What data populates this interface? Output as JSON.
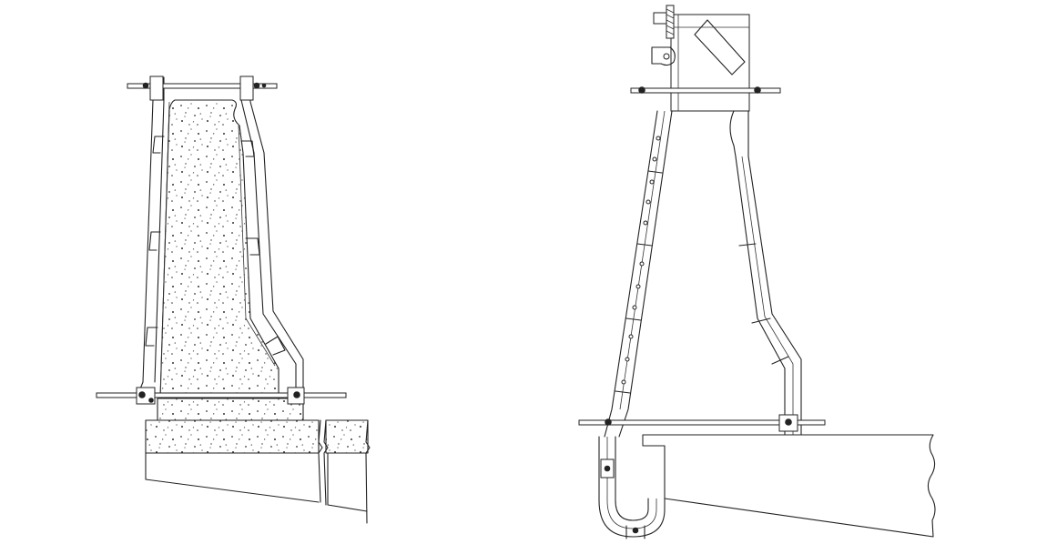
{
  "drawing": {
    "views": [
      {
        "id": "left-view",
        "concrete_fill": "speckled"
      },
      {
        "id": "right-view",
        "concrete_fill": "none"
      }
    ],
    "colors": {
      "line": "#222222",
      "background": "#ffffff",
      "speckle": "#333333"
    }
  }
}
